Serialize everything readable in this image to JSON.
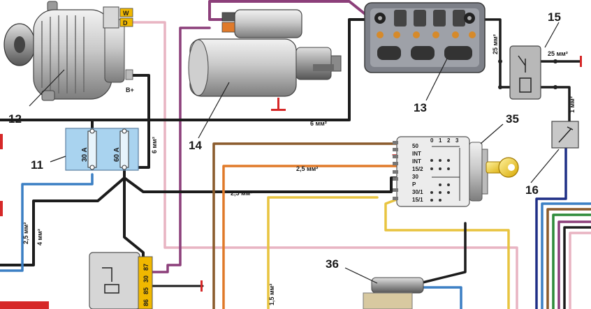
{
  "callouts": {
    "c11": "11",
    "c12": "12",
    "c13": "13",
    "c14": "14",
    "c15": "15",
    "c16": "16",
    "c35": "35",
    "c36": "36"
  },
  "gauges": {
    "g_6mm_top": "6 мм²",
    "g_6mm_vert": "6 мм²",
    "g_25mm_left": "2,5 мм²",
    "g_25mm_mid": "2,5 мм²",
    "g_25mm_left_v": "2,5 мм²",
    "g_4mm_left_v": "4 мм²",
    "g_25mm_relay_v": "25 мм²",
    "g_25mm_relay_h": "25 мм²",
    "g_1mm_v": "1 мм²",
    "g_15mm_v": "1,5 мм²"
  },
  "alternator": {
    "w": "W",
    "d": "D",
    "bplus": "B+"
  },
  "fuse_block": {
    "f1": "30 A",
    "f2": "60 A"
  },
  "ignition": {
    "positions": [
      "0",
      "1",
      "2",
      "3"
    ],
    "terminals": [
      "50",
      "INT",
      "INT",
      "15/2",
      "30",
      "P",
      "30/1",
      "15/1"
    ]
  },
  "relay_pins": [
    "87",
    "30",
    "85",
    "86"
  ],
  "colors": {
    "black": "#1c1c1c",
    "blue": "#3b7fc4",
    "brown": "#8a5a2b",
    "orange": "#e07a2a",
    "yellow": "#e8c440",
    "pink": "#e8b4c2",
    "purple": "#8c3f7a",
    "green": "#2e8b3a",
    "red": "#d62828",
    "navy": "#1f2f86"
  }
}
